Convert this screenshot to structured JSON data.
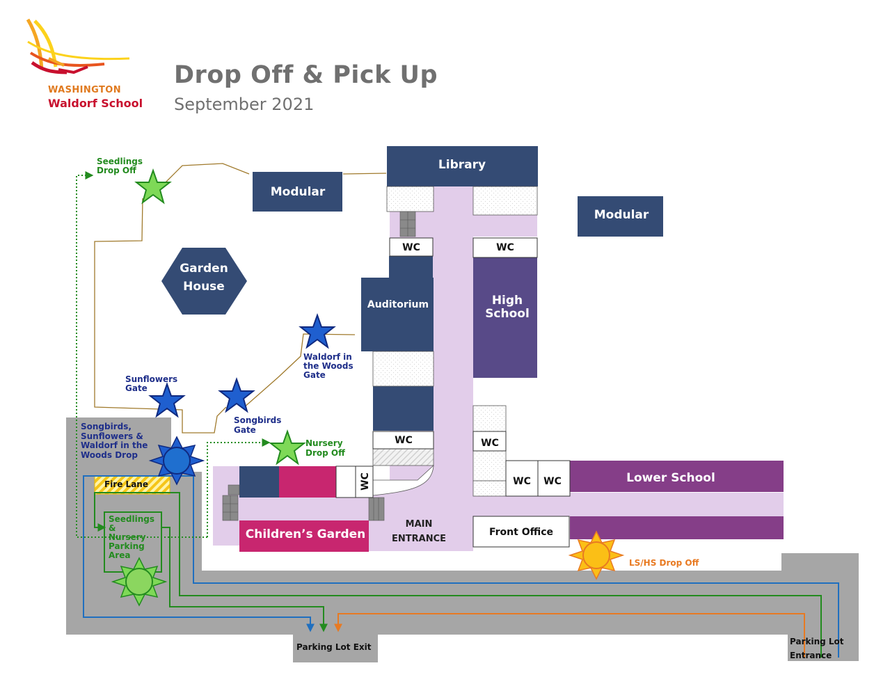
{
  "header": {
    "title": "Drop Off & Pick Up",
    "subtitle": "September 2021"
  },
  "logo": {
    "line1": "WASHINGTON",
    "line2": "Waldorf School",
    "colors": [
      "#c8102e",
      "#e8541e",
      "#f5a623",
      "#fcd21c"
    ]
  },
  "buildings": {
    "library": "Library",
    "modular_left": "Modular",
    "modular_right": "Modular",
    "garden_house_line1": "Garden",
    "garden_house_line2": "House",
    "auditorium": "Auditorium",
    "high_school_line1": "High",
    "high_school_line2": "School",
    "lower_school": "Lower School",
    "childrens_garden": "Children’s Garden",
    "front_office": "Front Office",
    "main_entrance_line1": "MAIN",
    "main_entrance_line2": "ENTRANCE",
    "wc": "WC"
  },
  "areas": {
    "fire_lane": "Fire Lane",
    "parking_lot_exit": "Parking Lot Exit",
    "parking_lot_entrance_line1": "Parking Lot",
    "parking_lot_entrance_line2": "Entrance",
    "seedlings_parking": [
      "Seedlings",
      "&",
      "Nursery",
      "Parking",
      "Area"
    ]
  },
  "markers": {
    "seedlings_drop_off": [
      "Seedlings",
      "Drop Off"
    ],
    "nursery_drop_off": [
      "Nursery",
      "Drop Off"
    ],
    "waldorf_woods_gate": [
      "Waldorf in",
      "the Woods",
      "Gate"
    ],
    "sunflowers_gate": [
      "Sunflowers",
      "Gate"
    ],
    "songbirds_gate": [
      "Songbirds",
      "Gate"
    ],
    "songbirds_drop": [
      "Songbirds,",
      "Sunflowers &",
      "Waldorf in the",
      "Woods Drop"
    ],
    "lshs_drop_off": "LS/HS Drop Off"
  },
  "colors": {
    "navy_building": "#344b74",
    "purple_building": "#584a88",
    "lower_school": "#853e88",
    "childrens_garden": "#c8266f",
    "hallway": "#e2cdea",
    "road": "#a6a6a6",
    "green_route": "#238b1f",
    "blue_route": "#1f6fbf",
    "orange_route": "#e87a22",
    "brown_path": "#a07a2c",
    "green_marker": "#7ed957",
    "blue_marker": "#1f5fcf",
    "orange_marker": "#fbbf16",
    "green_text": "#238b1f",
    "navy_text": "#1f2f8a",
    "orange_text": "#e87a22"
  }
}
